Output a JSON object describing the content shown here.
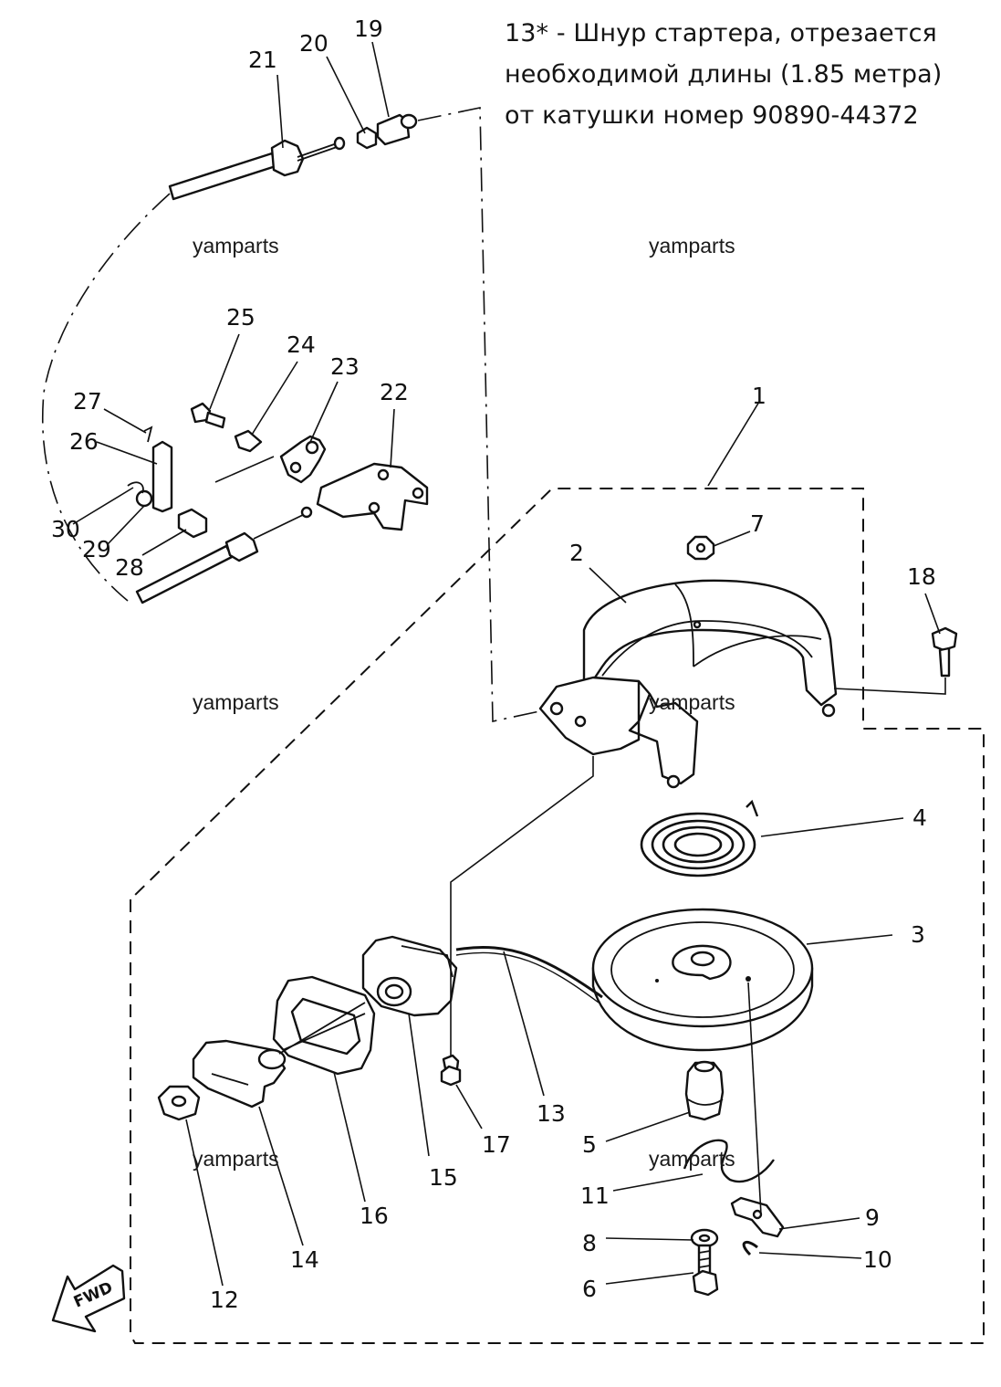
{
  "note": {
    "line1": "13* - Шнур стартера, отрезается",
    "line2": "необходимой длины (1.85 метра)",
    "line3": "от катушки номер 90890-44372"
  },
  "watermark": "yamparts",
  "direction_label": "FWD",
  "callouts": {
    "p1": "1",
    "p2": "2",
    "p3": "3",
    "p4": "4",
    "p5": "5",
    "p6": "6",
    "p7": "7",
    "p8": "8",
    "p9": "9",
    "p10": "10",
    "p11": "11",
    "p12": "12",
    "p13": "13",
    "p14": "14",
    "p15": "15",
    "p16": "16",
    "p17": "17",
    "p18": "18",
    "p19": "19",
    "p20": "20",
    "p21": "21",
    "p22": "22",
    "p23": "23",
    "p24": "24",
    "p25": "25",
    "p26": "26",
    "p27": "27",
    "p28": "28",
    "p29": "29",
    "p30": "30"
  }
}
